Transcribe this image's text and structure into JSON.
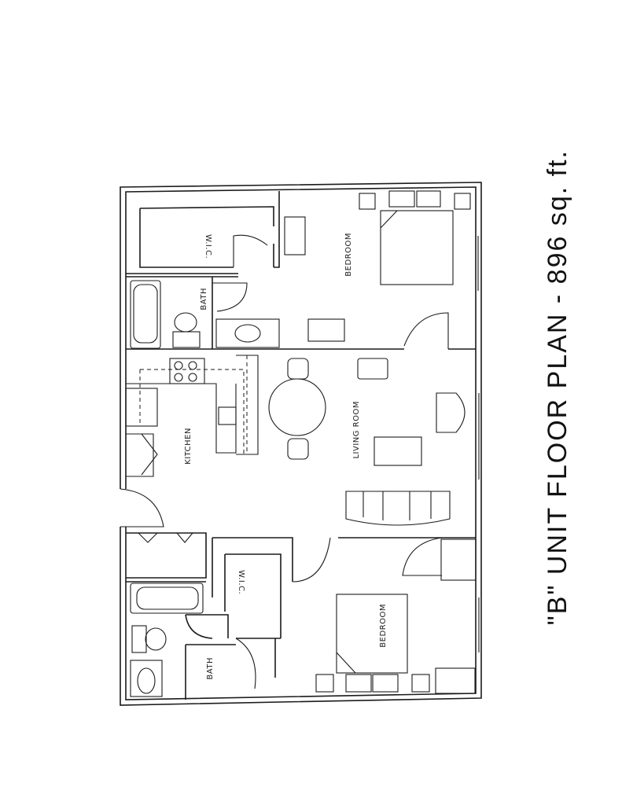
{
  "title": "\"B\" UNIT FLOOR PLAN  -  896 sq. ft.",
  "rooms": {
    "wic_top": "W.I.C.",
    "bedroom_top": "BEDROOM",
    "bath_top": "BATH",
    "kitchen": "KITCHEN",
    "living_room": "LIVING ROOM",
    "wic_bottom": "W.I.C.",
    "bedroom_bottom": "BEDROOM",
    "bath_bottom": "BATH"
  }
}
